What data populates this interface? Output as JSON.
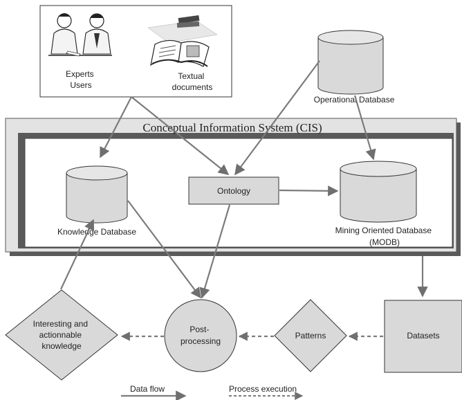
{
  "sources": {
    "experts_label": [
      "Experts",
      "Users"
    ],
    "textual_label": [
      "Textual",
      "documents"
    ]
  },
  "operational_db": {
    "label": "Operational Database"
  },
  "cis": {
    "title": "Conceptual Information System (CIS)"
  },
  "knowledge_db": {
    "label": "Knowledge Database"
  },
  "ontology": {
    "label": "Ontology"
  },
  "modb": {
    "label": [
      "Mining Oriented Database",
      "(MODB)"
    ]
  },
  "knowledge_node": {
    "label": [
      "Interesting and",
      "actionnable",
      "knowledge"
    ]
  },
  "postprocessing": {
    "label": [
      "Post-",
      "processing"
    ]
  },
  "patterns": {
    "label": "Patterns"
  },
  "datasets": {
    "label": "Datasets"
  },
  "legend": {
    "data_flow": "Data flow",
    "process_execution": "Process execution"
  },
  "colors": {
    "fill_gray": "#d9d9d9",
    "frame_gray": "#e3e3e3",
    "shadow": "#5a5a5a",
    "arrow": "#7b7b7b",
    "stroke": "#333333"
  }
}
